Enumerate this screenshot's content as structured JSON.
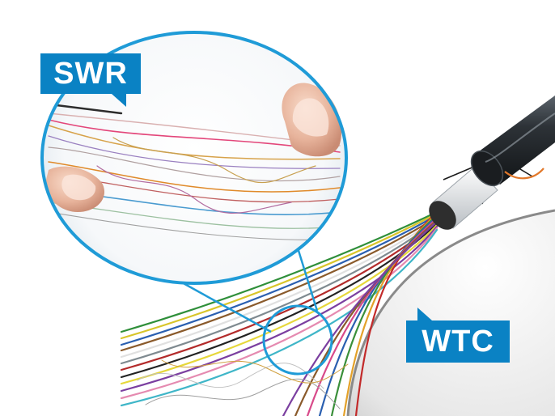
{
  "labels": {
    "swr": "SWR",
    "wtc": "WTC"
  },
  "colors": {
    "label_background": "#0a82c4",
    "label_text": "#ffffff",
    "magnifier_ring": "#1f9bd7",
    "cable_jacket": "#2b3036",
    "inner_sheath": "#e9ecef"
  },
  "illustration": {
    "subject": "optical-fiber-cable-cross-section",
    "magnified_region": "spider-web-ribbon",
    "hands": 2
  }
}
